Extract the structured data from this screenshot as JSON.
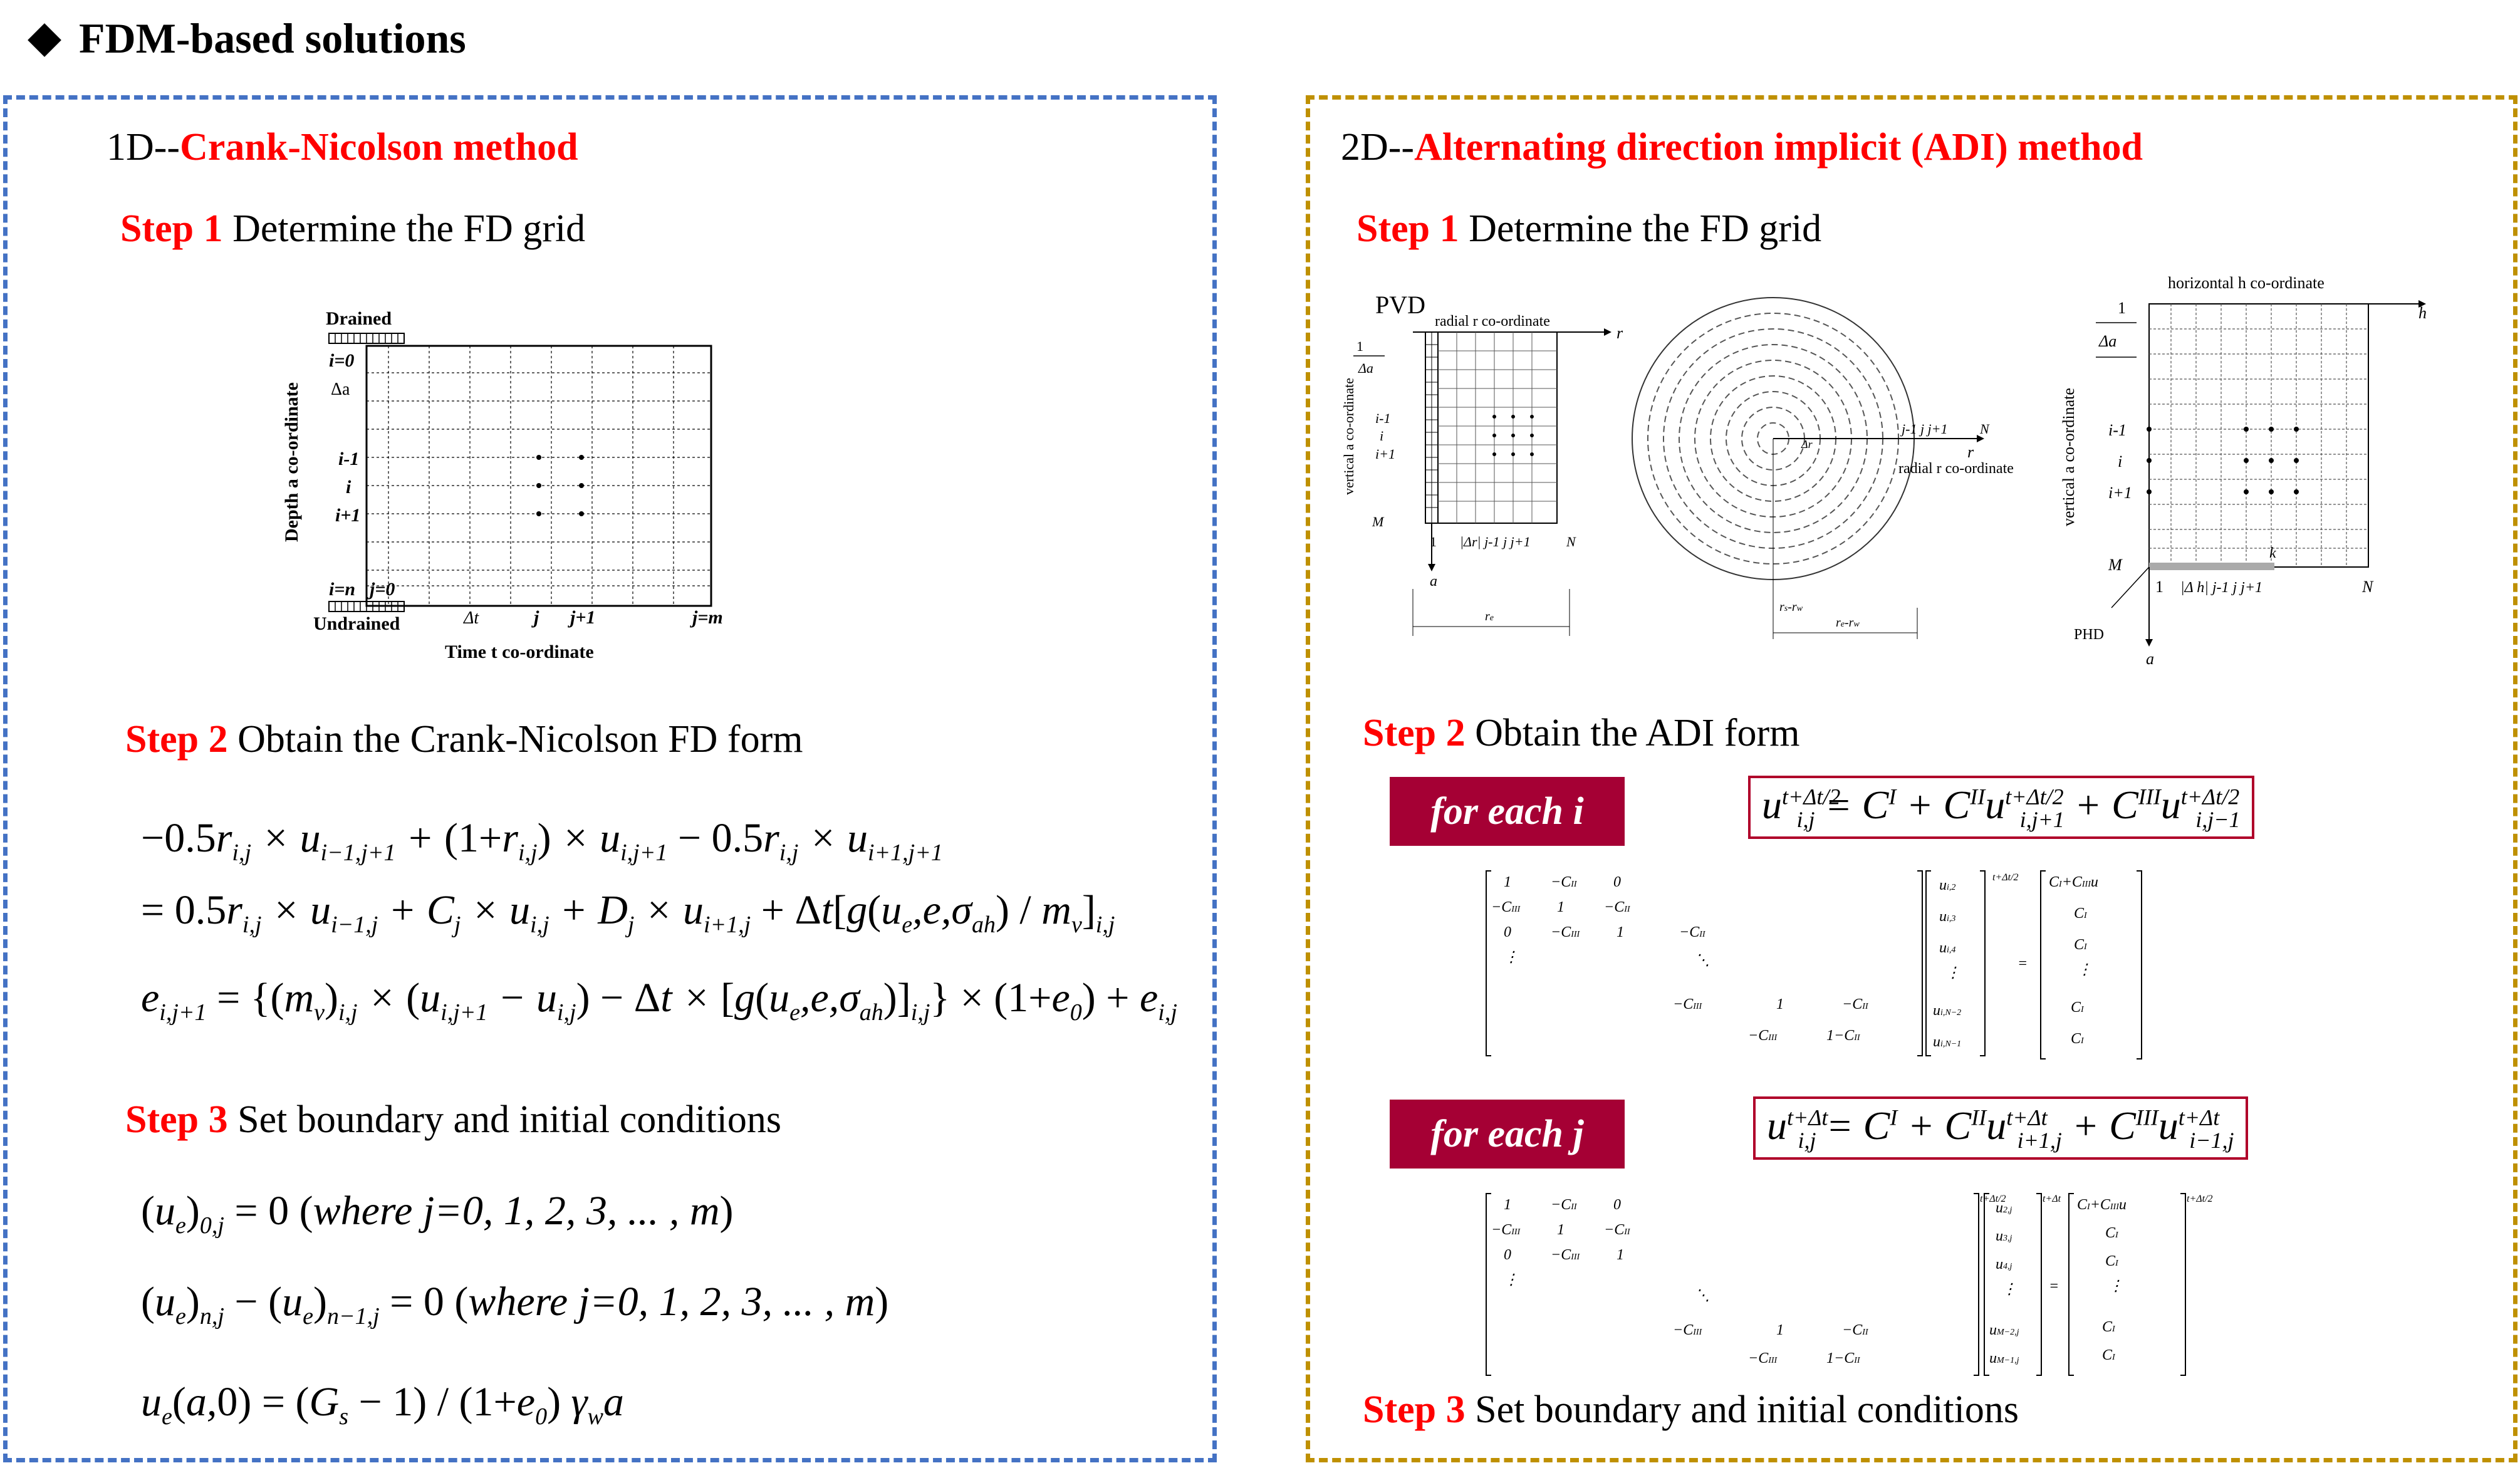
{
  "title": "FDM-based solutions",
  "left": {
    "heading_prefix": "1D--",
    "heading_method": "Crank-Nicolson method",
    "step1": {
      "label": "Step 1",
      "text": "Determine the FD grid"
    },
    "step2": {
      "label": "Step 2",
      "text": "Obtain the Crank-Nicolson FD form"
    },
    "step3": {
      "label": "Step 3",
      "text": "Set boundary and initial conditions"
    },
    "grid": {
      "top_label": "Drained",
      "bottom_label": "Undrained",
      "y_axis": "Depth a co-ordinate",
      "x_axis": "Time t co-ordinate",
      "rows": [
        "i=0",
        "Δa",
        "i-1",
        "i",
        "i+1",
        "i=n"
      ],
      "cols": [
        "j=0",
        "Δt",
        "j",
        "j+1",
        "j=m"
      ]
    },
    "bc1_where": "where j=0, 1, 2, 3, ... , m",
    "bc2_where": "where j=0, 1, 2, 3, ... , m"
  },
  "right": {
    "heading_prefix": "2D--",
    "heading_method": "Alternating direction implicit (ADI) method",
    "step1": {
      "label": "Step 1",
      "text": "Determine the FD grid"
    },
    "step2": {
      "label": "Step 2",
      "text": "Obtain the ADI form"
    },
    "step3": {
      "label": "Step 3",
      "text": "Set boundary and initial conditions"
    },
    "badge_i": "for each i",
    "badge_j": "for each j",
    "grid1": {
      "pvd": "PVD",
      "radial": "radial r co-ordinate",
      "vertical": "vertical a co-ordinate"
    },
    "grid2": {
      "radial": "radial r co-ordinate"
    },
    "grid3": {
      "horizontal": "horizontal h co-ordinate",
      "vertical": "vertical a co-ordinate",
      "phd": "PHD"
    }
  },
  "colors": {
    "accent_red": "#ff0000",
    "badge": "#a50034",
    "left_border": "#4472c4",
    "right_border": "#bf9000"
  }
}
